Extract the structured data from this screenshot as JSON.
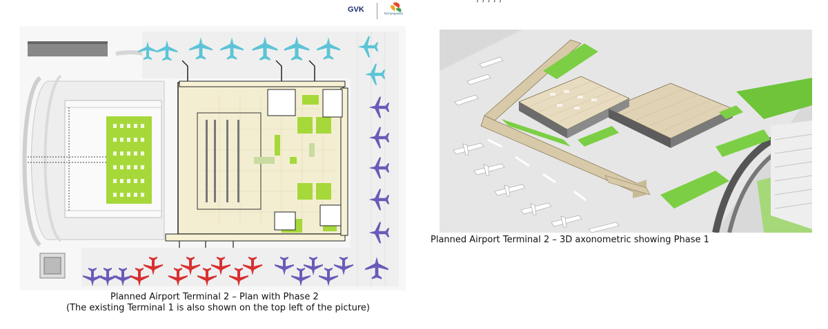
{
  "header": {
    "logo_gvk": "GVK",
    "logo_kempegowda": "Kempegowda"
  },
  "plan_figure": {
    "caption_line1": "Planned Airport Terminal 2 – Plan with Phase 2",
    "caption_line2": "(The existing Terminal 1 is also shown on the top left of the picture)"
  },
  "axo_figure": {
    "caption": "Planned Airport Terminal 2 – 3D axonometric showing Phase 1"
  },
  "colors": {
    "aircraft_cyan": "#5cc4d6",
    "aircraft_purple": "#6a5ab8",
    "aircraft_red": "#d83030",
    "green_area": "#a6d83a",
    "terminal_floor": "#f3eed2",
    "roof_tan": "#d8caa8"
  }
}
